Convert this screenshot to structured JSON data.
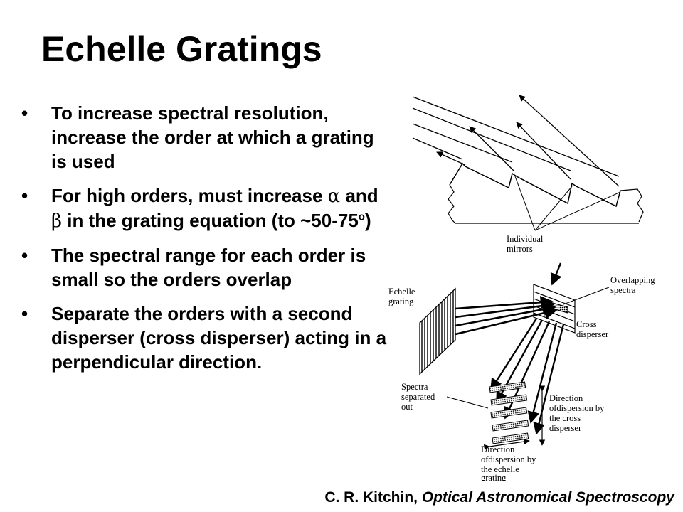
{
  "title": "Echelle Gratings",
  "bullets": {
    "b1": "To increase spectral resolution, increase the order at which a grating is used",
    "b2_pre": "For high orders, must increase ",
    "b2_alpha": "α",
    "b2_and": " and ",
    "b2_beta": "β",
    "b2_mid": " in the grating equation (to ~50-75",
    "b2_deg": "o",
    "b2_post": ")",
    "b3": "The spectral range for each order is small so the orders overlap",
    "b4": "Separate the orders with a second disperser (cross disperser) acting in a perpendicular direction."
  },
  "figure": {
    "top_label": [
      "Individual",
      "mirrors"
    ],
    "echelle_label": [
      "Echelle",
      "grating"
    ],
    "overlap_label": [
      "Overlapping",
      "spectra"
    ],
    "cross_label": [
      "Cross",
      "disperser"
    ],
    "separated_label": [
      "Spectra",
      "separated",
      "out"
    ],
    "cross_dir_label": [
      "Direction",
      "ofdispersion by",
      "the cross",
      "disperser"
    ],
    "echelle_dir_label": [
      "Direction",
      "ofdispersion by",
      "the echelle",
      "grating"
    ]
  },
  "credit": {
    "author": "C. R. Kitchin, ",
    "book": "Optical Astronomical Spectroscopy"
  }
}
